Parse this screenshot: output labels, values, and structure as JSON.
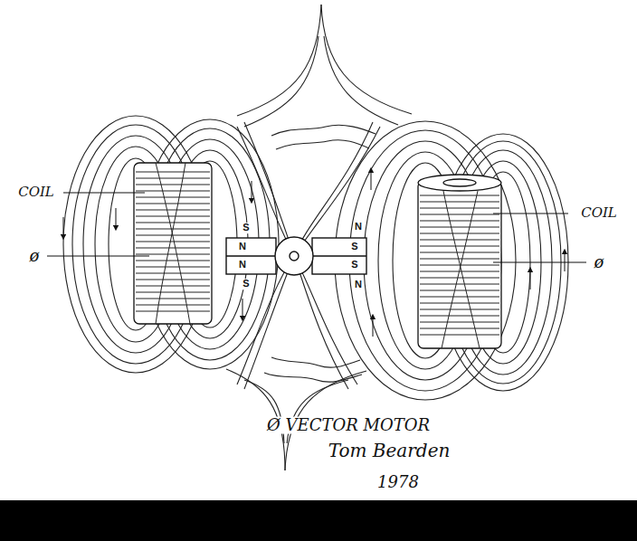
{
  "diagram": {
    "caption": "Ø VECTOR MOTOR",
    "labels": [
      "COIL",
      "ø",
      "S",
      "N",
      "N",
      "S",
      "N",
      "S",
      "S",
      "N",
      "COIL",
      "ø",
      "Tom Bearden",
      "1978"
    ]
  }
}
